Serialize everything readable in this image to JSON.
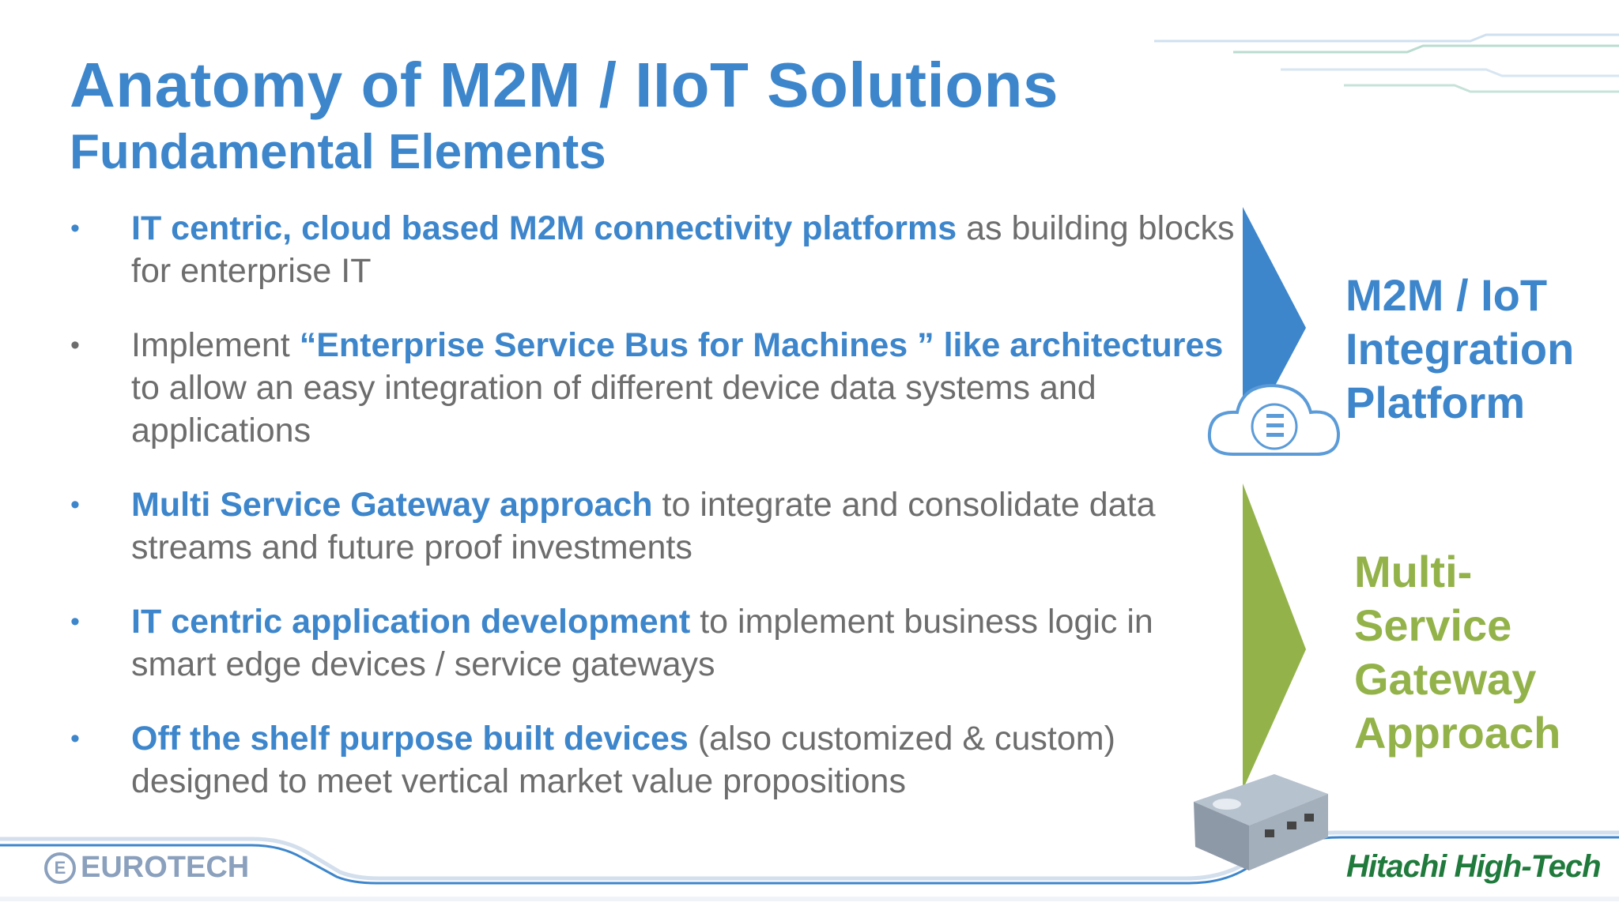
{
  "slide": {
    "title": "Anatomy of M2M / IIoT Solutions",
    "subtitle": "Fundamental Elements"
  },
  "bullets": [
    {
      "marker": "•",
      "parts": [
        {
          "text": "IT centric, cloud based  M2M connectivity platforms",
          "highlight": true
        },
        {
          "text": " as building blocks for enterprise IT",
          "highlight": false
        }
      ]
    },
    {
      "marker": "•",
      "parts": [
        {
          "text": "Implement ",
          "highlight": false
        },
        {
          "text": "“Enterprise Service Bus for Machines ” like architectures",
          "highlight": true
        },
        {
          "text": " to allow an easy integration of different device data systems and applications",
          "highlight": false
        }
      ]
    },
    {
      "marker": "•",
      "parts": [
        {
          "text": "Multi Service Gateway approach",
          "highlight": true
        },
        {
          "text": " to integrate and consolidate data streams and future proof investments",
          "highlight": false
        }
      ]
    },
    {
      "marker": "•",
      "parts": [
        {
          "text": "IT centric application development",
          "highlight": true
        },
        {
          "text": " to implement business logic in smart edge devices / service gateways",
          "highlight": false
        }
      ]
    },
    {
      "marker": "•",
      "parts": [
        {
          "text": "Off the shelf purpose built devices",
          "highlight": true
        },
        {
          "text": " (also customized & custom) designed to meet vertical market value propositions",
          "highlight": false
        }
      ]
    }
  ],
  "side_labels": {
    "platform": "M2M / IoT Integration Platform",
    "gateway": "Multi-Service Gateway Approach"
  },
  "logos": {
    "left_mark": "E",
    "left_word": "EUROTECH",
    "right": "Hitachi High-Tech"
  },
  "icons": {
    "cloud": "cloud-server-icon",
    "gateway": "gateway-device-icon"
  },
  "colors": {
    "accent_blue": "#3d86cc",
    "accent_green": "#93b34a",
    "body_text": "#6d6d6d"
  }
}
